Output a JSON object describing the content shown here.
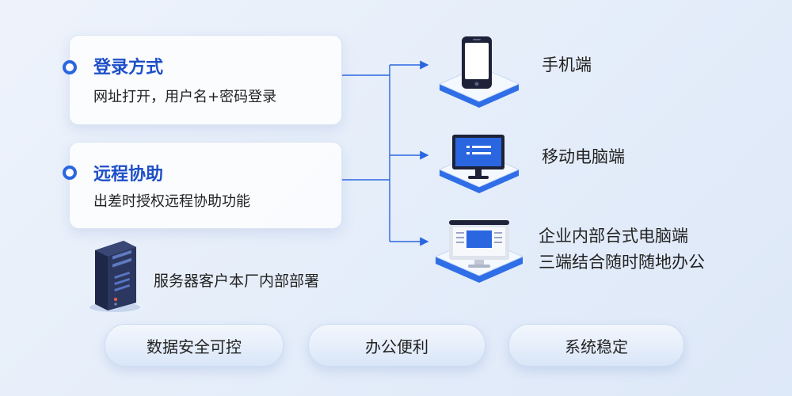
{
  "cards": [
    {
      "title": "登录方式",
      "desc": "网址打开，用户名+密码登录"
    },
    {
      "title": "远程协助",
      "desc": "出差时授权远程协助功能"
    }
  ],
  "server": {
    "label": "服务器客户本厂内部部署"
  },
  "devices": [
    {
      "label": "手机端"
    },
    {
      "label": "移动电脑端"
    },
    {
      "label_line1": "企业内部台式电脑端",
      "label_line2": "三端结合随时随地办公"
    }
  ],
  "pills": [
    "数据安全可控",
    "办公便利",
    "系统稳定"
  ],
  "colors": {
    "accent": "#1e4fc8",
    "connector": "#2a66e0",
    "platform": "#2f6ee6",
    "server": "#263259"
  }
}
